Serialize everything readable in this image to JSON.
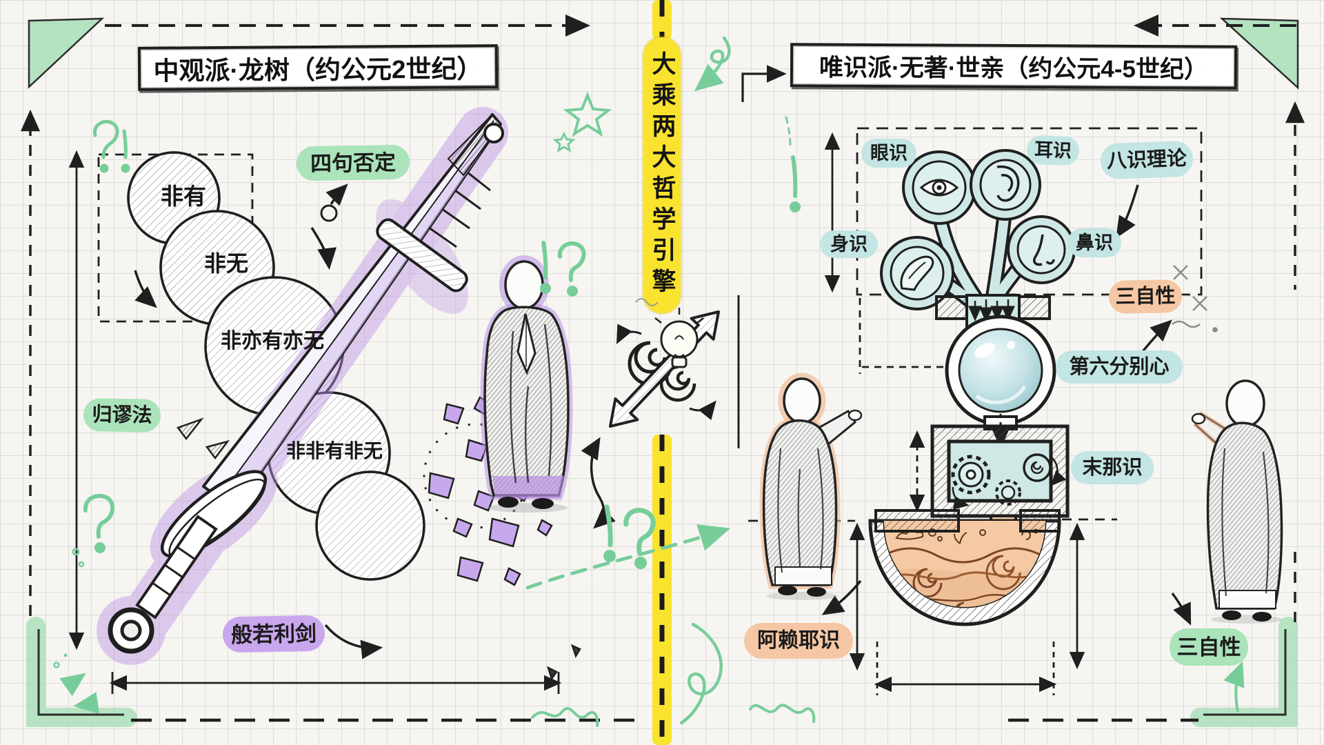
{
  "divider": {
    "banner": "大乘两大哲学引擎"
  },
  "left": {
    "title": "中观派·龙树（约公元2世纪）",
    "terms": {
      "t1": "非有",
      "t2": "非无",
      "t3": "非亦有亦无",
      "t4": "非非有非无"
    },
    "badges": {
      "tetralemma": "四句否定",
      "reductio": "归谬法",
      "sword": "般若利剑"
    }
  },
  "right": {
    "title": "唯识派·无著·世亲（约公元4-5世纪）",
    "senses": {
      "eye": "眼识",
      "ear": "耳识",
      "body": "身识",
      "nose": "鼻识"
    },
    "badges": {
      "theory": "八识理论",
      "three_top": "三自性",
      "sixth": "第六分别心",
      "manas": "末那识",
      "alaya": "阿赖耶识",
      "three_bottom": "三自性"
    }
  },
  "icons": [
    "eye-icon",
    "ear-icon",
    "tongue-icon",
    "nose-icon",
    "lightbulb-icon",
    "gear-icon",
    "spiral-exchange-icon",
    "sword-icon",
    "star-icon",
    "question-mark-doodle",
    "exclamation-mark-doodle"
  ],
  "colors": {
    "paper": "#f6f5f1",
    "grid": "#dcdcd9",
    "banner_yellow": "#f9e32f",
    "badge_green": "#abe3bb",
    "badge_teal": "#c3e5e3",
    "badge_peach": "#f6c7a4",
    "badge_purple": "#c9a7ec",
    "sword_purple": "#bb93e4",
    "machine_teal": "#cfe8e5",
    "bowl_peach": "#f5c9a4",
    "wave_brown": "#7c4526",
    "doodle_green": "#77cd9a",
    "ink": "#1f1f1f"
  }
}
